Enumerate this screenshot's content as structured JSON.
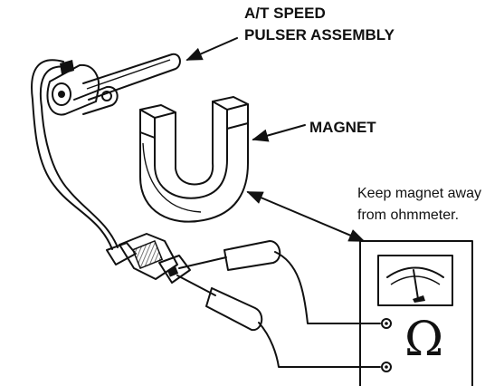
{
  "labels": {
    "pulser_line1": "A/T SPEED",
    "pulser_line2": "PULSER ASSEMBLY",
    "magnet": "MAGNET",
    "note_line1": "Keep magnet away",
    "note_line2": "from ohmmeter."
  },
  "meter": {
    "symbol": "Ω"
  },
  "colors": {
    "ink": "#111111",
    "paper": "#ffffff",
    "shade": "#555555"
  }
}
